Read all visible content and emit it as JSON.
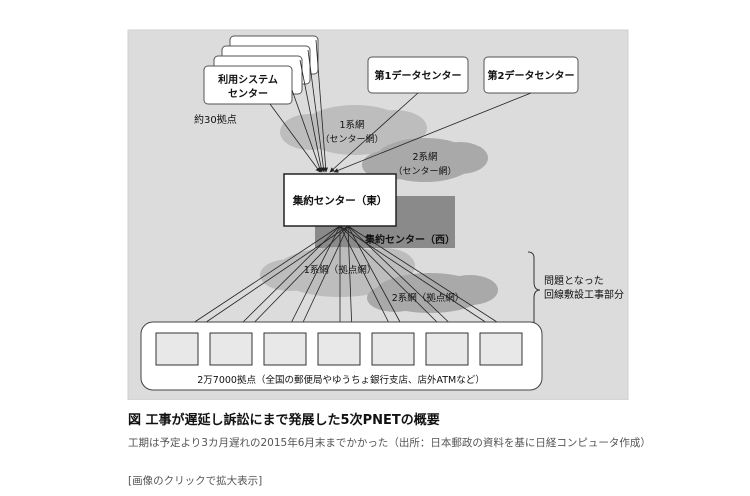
{
  "diagram": {
    "user_center_label_line1": "利用システム",
    "user_center_label_line2": "センター",
    "user_center_count": "約30拠点",
    "data_center_1": "第1データセンター",
    "data_center_2": "第2データセンター",
    "network1_center_line1": "1系網",
    "network1_center_line2": "（センター網）",
    "network2_center_line1": "2系網",
    "network2_center_line2": "（センター網）",
    "hub_east": "集約センター（東）",
    "hub_west": "集約センター（西）",
    "network1_base": "1系網（拠点網）",
    "network2_base": "2系網（拠点網）",
    "problem_line1": "問題となった",
    "problem_line2": "回線敷設工事部分",
    "bases_label": "2万7000拠点（全国の郵便局やゆうちょ銀行支店、店外ATMなど）"
  },
  "caption": {
    "title": "図 工事が遅延し訴訟にまで発展した5次PNETの概要",
    "description": "工期は予定より3カ月遅れの2015年6月末までかかった（出所：日本郵政の資料を基に日経コンピュータ作成）",
    "link": "[画像のクリックで拡大表示]"
  }
}
